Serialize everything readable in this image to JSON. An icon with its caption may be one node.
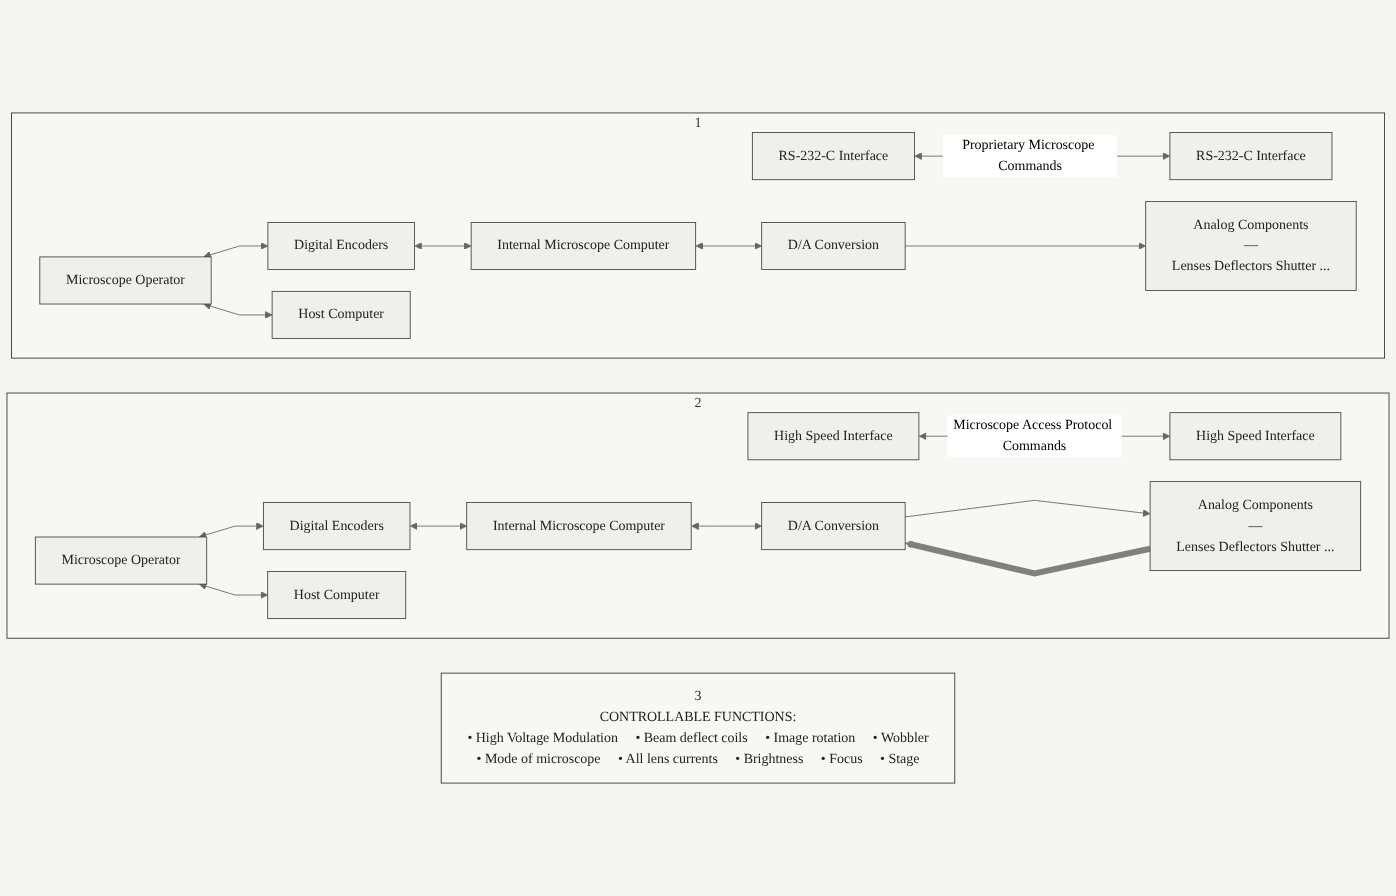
{
  "diagram": {
    "nodes": [
      {
        "text": [
          "1"
        ]
      },
      {
        "text": [
          "Microscope Operator"
        ],
        "in": 0
      },
      {
        "text": [
          "Digital Encoders"
        ],
        "in": 0
      },
      {
        "text": [
          "Host Computer"
        ],
        "in": 0
      },
      {
        "text": [
          "RS-232-C Interface"
        ],
        "in": 0
      },
      {
        "text": [
          "Internal Microscope Computer"
        ],
        "in": 0
      },
      {
        "text": [
          "RS-232-C Interface"
        ],
        "in": 0
      },
      {
        "text": [
          "D/A Conversion"
        ],
        "in": 0
      },
      {
        "text": [
          "Analog Components",
          "—",
          "Lenses Deflectors Shutter ..."
        ],
        "in": 0
      },
      {
        "text": [
          "2"
        ]
      },
      {
        "text": [
          "Microscope Operator"
        ],
        "in": 9
      },
      {
        "text": [
          "Digital Encoders"
        ],
        "in": 9
      },
      {
        "text": [
          "Host Computer"
        ],
        "in": 9
      },
      {
        "text": [
          "High Speed Interface"
        ],
        "in": 9
      },
      {
        "text": [
          "Internal Microscope Computer"
        ],
        "in": 9
      },
      {
        "text": [
          "High Speed Interface"
        ],
        "in": 9
      },
      {
        "text": [
          "D/A Conversion"
        ],
        "in": 9
      },
      {
        "text": [
          "Analog Components",
          "—",
          "Lenses Deflectors Shutter ..."
        ],
        "in": 9
      },
      {
        "text": [
          "3",
          "CONTROLLABLE FUNCTIONS:",
          "• High Voltage Modulation",
          "• Beam deflect coils",
          "• Image rotation",
          "• Wobbler",
          "• Mode of microscope",
          "• All lens currents",
          "• Brightness",
          "• Focus",
          "• Stage"
        ]
      }
    ],
    "edges": [
      {
        "from": 1,
        "to": 2,
        "arrow": "both"
      },
      {
        "from": 1,
        "to": 3,
        "arrow": "both"
      },
      {
        "from": 2,
        "to": 5,
        "arrow": "both"
      },
      {
        "from": 4,
        "to": 6,
        "arrow": "both",
        "label": "Proprietary Microscope Commands"
      },
      {
        "from": 5,
        "to": 7,
        "arrow": "both"
      },
      {
        "from": 7,
        "to": 8,
        "arrow": "to"
      },
      {
        "from": 10,
        "to": 11,
        "arrow": "both"
      },
      {
        "from": 10,
        "to": 12,
        "arrow": "both"
      },
      {
        "from": 11,
        "to": 14,
        "arrow": "both"
      },
      {
        "from": 13,
        "to": 15,
        "arrow": "both",
        "label": "Microscope Access Protocol Commands"
      },
      {
        "from": 14,
        "to": 16,
        "arrow": "both"
      },
      {
        "from": 16,
        "to": 17,
        "arrow": "to"
      },
      {
        "from": 17,
        "to": 16,
        "arrow": "to",
        "style": "thick",
        "color": "#808080"
      }
    ]
  }
}
